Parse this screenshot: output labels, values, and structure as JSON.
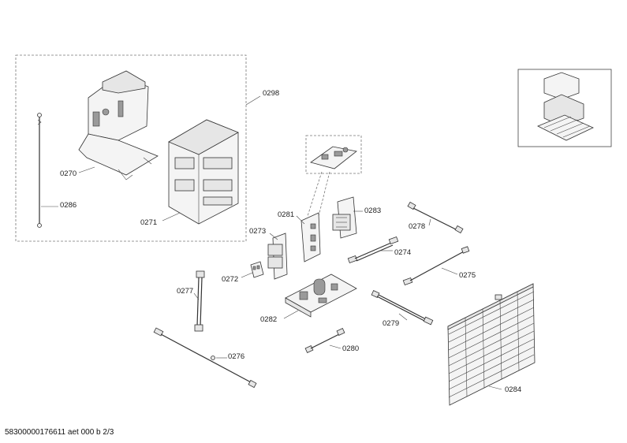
{
  "footer_text": "58300000176611 aet 000 b 2/3",
  "labels": {
    "p0298": "0298",
    "p0270": "0270",
    "p0271": "0271",
    "p0286": "0286",
    "p0281": "0281",
    "p0283": "0283",
    "p0278": "0278",
    "p0273": "0273",
    "p0274": "0274",
    "p0275": "0275",
    "p0272": "0272",
    "p0277": "0277",
    "p0282": "0282",
    "p0279": "0279",
    "p0280": "0280",
    "p0276": "0276",
    "p0284": "0284"
  }
}
